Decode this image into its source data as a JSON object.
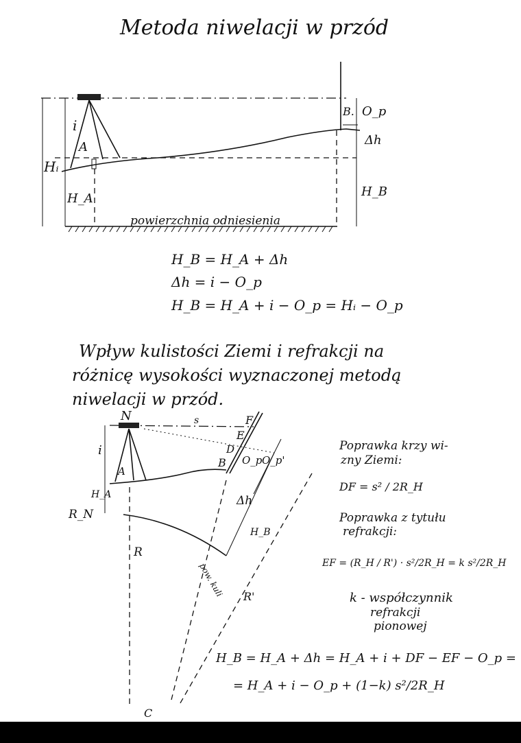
{
  "title": "Metoda niwelacji w przód",
  "top_diagram": {
    "label_i": "i",
    "label_A": "A",
    "label_Hi": "Hᵢ",
    "label_HA": "H_A",
    "label_B": "B.",
    "label_Op": "O_p",
    "label_dh": "Δh",
    "label_HB": "H_B",
    "reference_surface": "powierzchnia odniesienia"
  },
  "formulas_top": [
    "H_B = H_A + Δh",
    "Δh = i − O_p",
    "H_B = H_A + i − O_p = Hᵢ − O_p"
  ],
  "section_heading": [
    "Wpływ kulistości Ziemi i refrakcji na",
    "różnicę wysokości wyznaczonej metodą",
    "niwelacji w przód."
  ],
  "bottom_diagram": {
    "N": "N",
    "s": "s",
    "F": "F",
    "E": "E",
    "D": "D",
    "B": "B",
    "Op": "O_p",
    "Op_prime": "O_p'",
    "i": "i",
    "A": "A",
    "HA": "H_A",
    "RN": "R_N",
    "dh": "Δh",
    "HB": "H_B",
    "R": "R",
    "sphere": "pow. kuli",
    "R_prime": "R'",
    "C": "C"
  },
  "notes": {
    "curvature_title": [
      "Poprawka krzy wi-",
      "zny Ziemi:"
    ],
    "curvature_formula": "DF = s² / 2R_H",
    "refraction_title": [
      "Poprawka z tytułu",
      "refrakcji:"
    ],
    "refraction_formula": "EF = (R_H / R') · s²/2R_H = k s²/2R_H",
    "k_definition": [
      "k - współczynnik",
      "refrakcji",
      "pionowej"
    ],
    "final_formula": [
      "H_B = H_A + Δh = H_A + i + DF − EF − O_p =",
      "= H_A + i − O_p + (1−k) s²/2R_H"
    ]
  }
}
